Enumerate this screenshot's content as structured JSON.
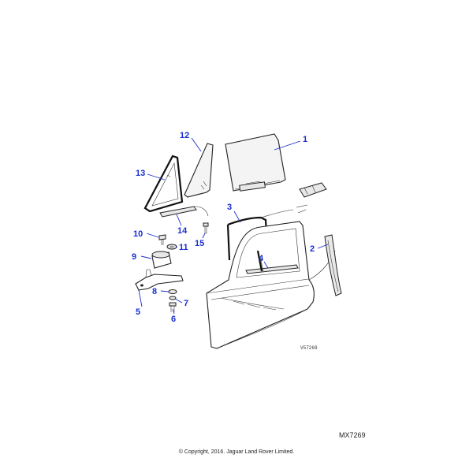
{
  "callouts": [
    {
      "id": "1",
      "label": "1"
    },
    {
      "id": "2",
      "label": "2"
    },
    {
      "id": "3",
      "label": "3"
    },
    {
      "id": "4",
      "label": "4"
    },
    {
      "id": "5",
      "label": "5"
    },
    {
      "id": "6",
      "label": "6"
    },
    {
      "id": "7",
      "label": "7"
    },
    {
      "id": "8",
      "label": "8"
    },
    {
      "id": "9",
      "label": "9"
    },
    {
      "id": "10",
      "label": "10"
    },
    {
      "id": "11",
      "label": "11"
    },
    {
      "id": "12",
      "label": "12"
    },
    {
      "id": "13",
      "label": "13"
    },
    {
      "id": "14",
      "label": "14"
    },
    {
      "id": "15",
      "label": "15"
    }
  ],
  "drawing_code": "V57269",
  "reference_code": "MX7269",
  "copyright": "© Copyright, 2016. Jaguar Land Rover Limited.",
  "colors": {
    "callout": "#1a2fd0",
    "line": "#222222",
    "background": "#ffffff"
  }
}
